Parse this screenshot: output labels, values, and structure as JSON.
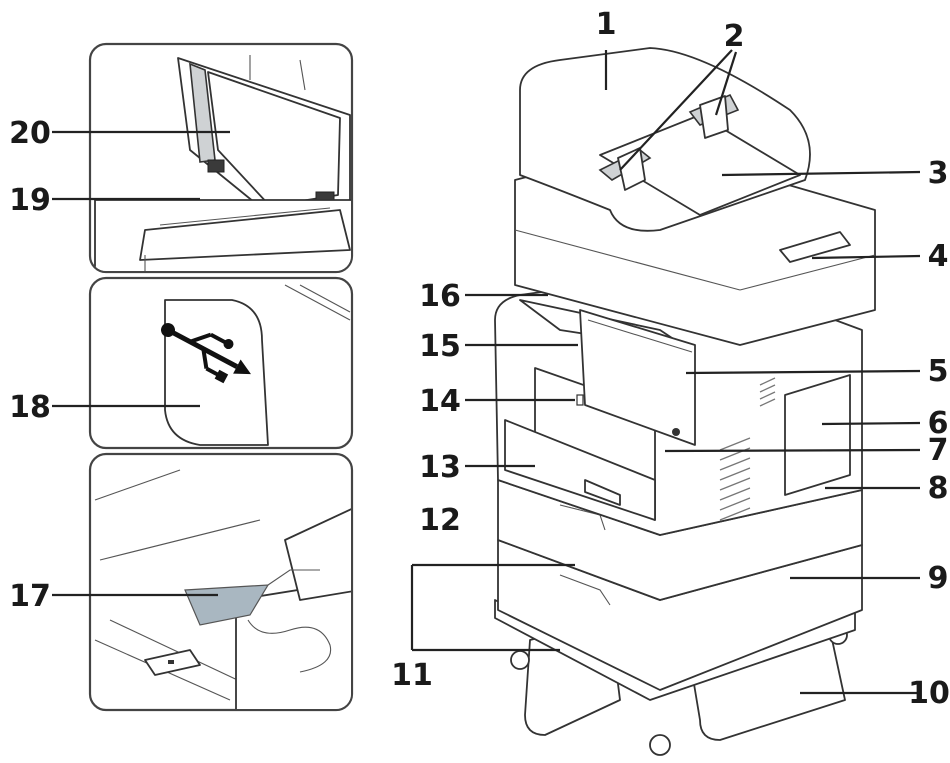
{
  "callouts": [
    {
      "number": "1"
    },
    {
      "number": "2"
    },
    {
      "number": "3"
    },
    {
      "number": "4"
    },
    {
      "number": "5"
    },
    {
      "number": "6"
    },
    {
      "number": "7"
    },
    {
      "number": "8"
    },
    {
      "number": "9"
    },
    {
      "number": "10"
    },
    {
      "number": "11"
    },
    {
      "number": "12"
    },
    {
      "number": "13"
    },
    {
      "number": "14"
    },
    {
      "number": "15"
    },
    {
      "number": "16"
    },
    {
      "number": "17"
    },
    {
      "number": "18"
    },
    {
      "number": "19"
    },
    {
      "number": "20"
    }
  ],
  "colors": {
    "line": "#222222",
    "panel_border": "#444444",
    "paper_accent": "#a9b7c1",
    "body_fill": "#ffffff"
  },
  "icons": [
    "usb-icon"
  ]
}
